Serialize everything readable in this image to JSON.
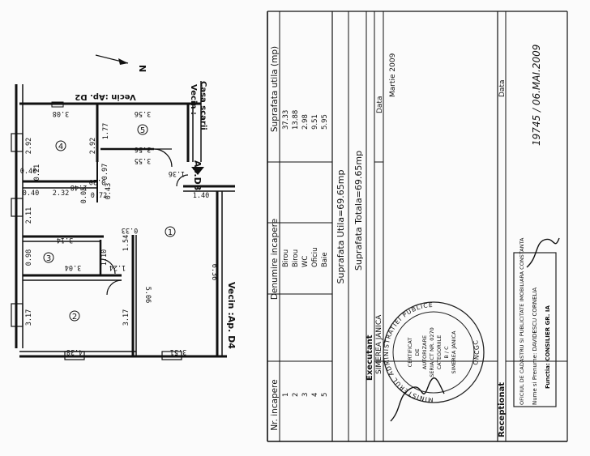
{
  "plan": {
    "neighbors": {
      "top": "Vecin :Ap. D2",
      "right_top": "Vecin :",
      "right_top2": "Casa scarii",
      "apartment": "Ap.D3",
      "bottom": "Vecin :Ap. D4"
    },
    "north": "N",
    "rooms": {
      "r1": "1",
      "r2": "2",
      "r3": "3",
      "r4": "4",
      "r5": "5"
    },
    "dims": {
      "d308": "3.08",
      "d356a": "3.56",
      "d292a": "2.92",
      "d177": "1.77",
      "d292b": "2.92",
      "d356b": "3.56",
      "d355": "3.55",
      "d021": "0.21",
      "d040a": "0.40",
      "d248": "2.48",
      "d020": "0.20",
      "d097": "0.97",
      "d136": "1.36",
      "d043": "0.43",
      "d040b": "0.40",
      "d232": "2.32",
      "d005": "0.05",
      "d072": "0.72",
      "d140": "1.40",
      "d211": "2.11",
      "d033": "0.33",
      "d314": "3.14",
      "d098": "0.98",
      "d304": "3.04",
      "d110": "1.10",
      "d124": "1.24",
      "d154": "1.54",
      "d636": "6.36",
      "d506": "5.06",
      "d317a": "3.17",
      "d317b": "3.17",
      "d438": "4.38",
      "d351": "3.51"
    }
  },
  "table": {
    "col_nr": "Nr. incapere",
    "col_name": "Denumire incapere",
    "col_area": "Suprafata utila (mp)",
    "rows": [
      {
        "nr": "1",
        "name": "Birou",
        "area": "37.33"
      },
      {
        "nr": "2",
        "name": "Birou",
        "area": "13.88"
      },
      {
        "nr": "3",
        "name": "WC",
        "area": "2.98"
      },
      {
        "nr": "4",
        "name": "Oficiu",
        "area": "9.51"
      },
      {
        "nr": "5",
        "name": "Baie",
        "area": "5.95"
      }
    ],
    "useful_area": "Suprafata Utila=69.65mp",
    "total_area": "Suprafata Totala=69.65mp"
  },
  "executant": {
    "label": "Executant",
    "name": "SIMEREA JANICA",
    "date_label": "Data",
    "date": "Martie 2009"
  },
  "receptionat": {
    "label": "Receptionat",
    "date_label": "Data",
    "handwritten": "19745 / 06.MAI.2009"
  },
  "stamp": {
    "ring_top": "MINISTERUL ADMINISTRATIEI PUBLICE",
    "ring_bottom": "ONCGC",
    "center_lines": [
      "CERTIFICAT",
      "DE",
      "AUTORIZARE",
      "SERIA CT NR. 0270",
      "CATEGORIILE",
      "B / C",
      "SIMEREA JANICA"
    ]
  },
  "office_stamp": {
    "line1": "OFICIUL DE CADASTRU SI PUBLICITATE IMOBILIARA CONSTANTA",
    "line2": "Nume si Prenume: DAVIDESCU CORNELIA",
    "line3": "Functia: CONSILIER GR. IA"
  }
}
